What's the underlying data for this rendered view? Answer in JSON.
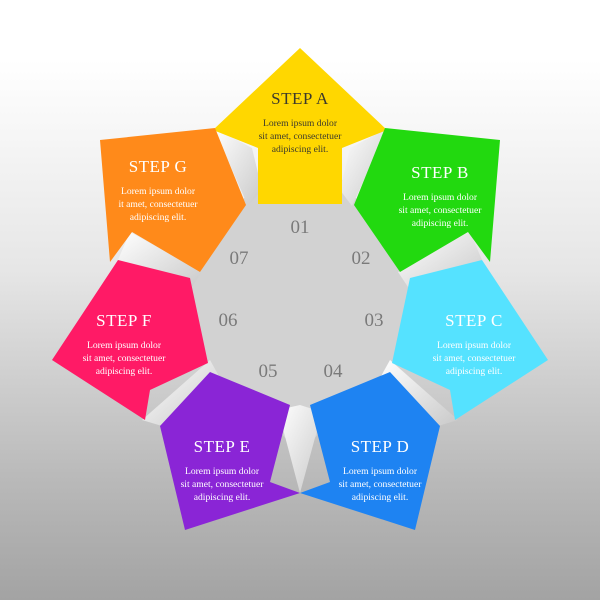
{
  "steps": [
    {
      "id": "a",
      "title": "STEP  A",
      "text": [
        "Lorem ipsum dolor",
        "sit amet, consectetuer",
        "adipiscing elit."
      ],
      "color": "#ffd700"
    },
    {
      "id": "b",
      "title": "STEP  B",
      "text": [
        "Lorem ipsum dolor",
        "sit amet, consectetuer",
        "adipiscing elit."
      ],
      "color": "#22d90f"
    },
    {
      "id": "c",
      "title": "STEP  C",
      "text": [
        "Lorem ipsum dolor",
        "sit amet, consectetuer",
        "adipiscing elit."
      ],
      "color": "#55e2ff"
    },
    {
      "id": "d",
      "title": "STEP  D",
      "text": [
        "Lorem ipsum dolor",
        "sit amet, consectetuer",
        "adipiscing elit."
      ],
      "color": "#1e83f2"
    },
    {
      "id": "e",
      "title": "STEP  E",
      "text": [
        "Lorem ipsum dolor",
        "sit amet, consectetuer",
        "adipiscing elit."
      ],
      "color": "#8a25d6"
    },
    {
      "id": "f",
      "title": "STEP  F",
      "text": [
        "Lorem ipsum dolor",
        "sit amet, consectetuer",
        "adipiscing elit."
      ],
      "color": "#ff1a66"
    },
    {
      "id": "g",
      "title": "STEP  G",
      "text": [
        "Lorem ipsum dolor",
        "it amet, consectetuer",
        "adipiscing elit."
      ],
      "color": "#ff8a1a"
    }
  ],
  "numbers": [
    "01",
    "02",
    "03",
    "04",
    "05",
    "06",
    "07"
  ]
}
